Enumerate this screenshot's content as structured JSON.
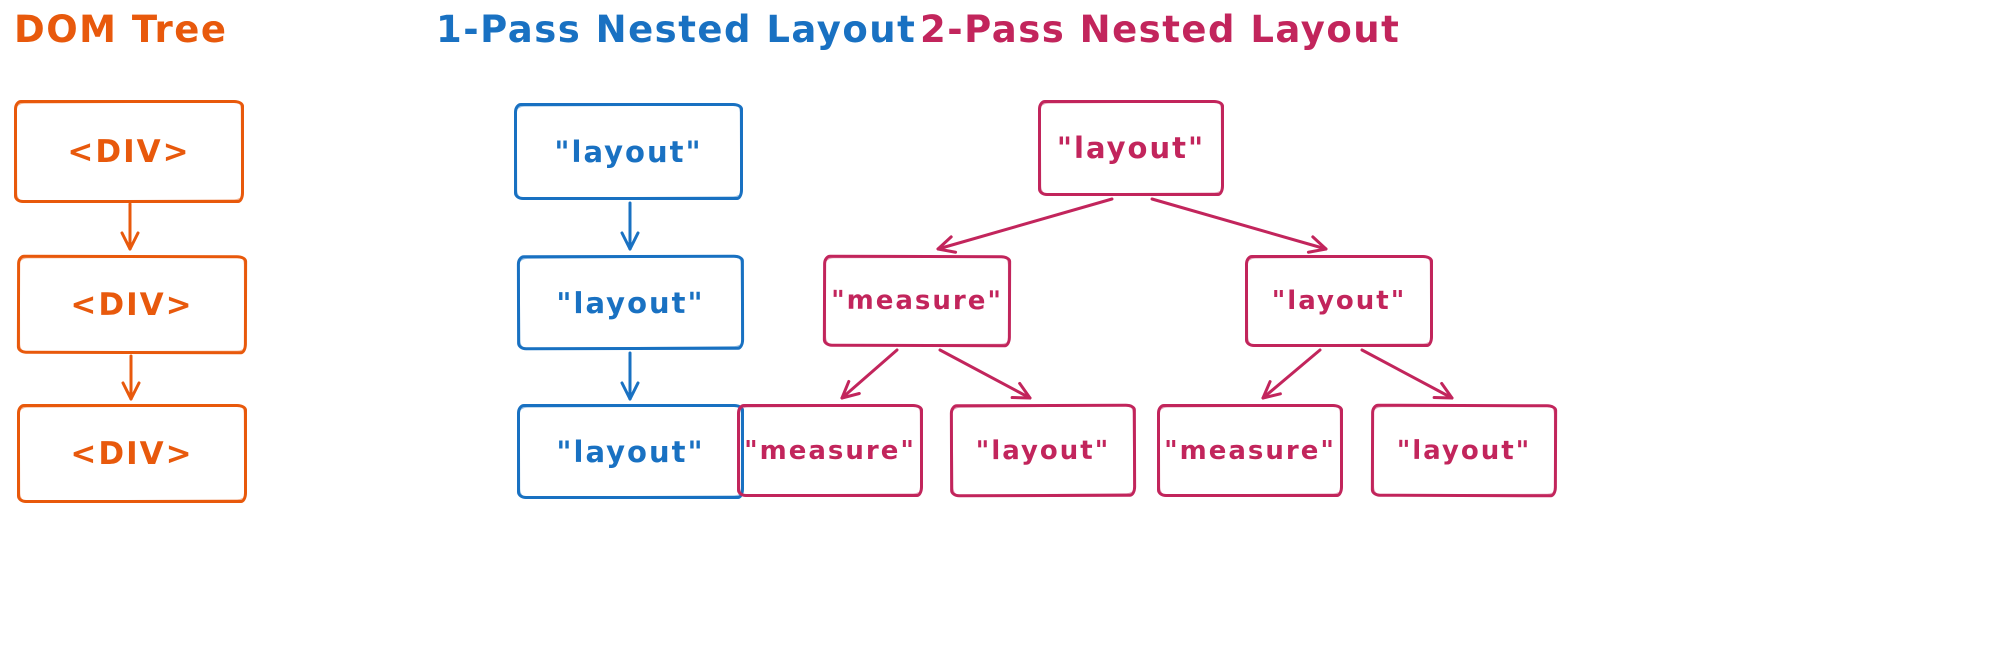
{
  "sections": {
    "dom_tree": {
      "title": "DOM Tree",
      "color": "#e8590c",
      "nodes": [
        "<DIV>",
        "<DIV>",
        "<DIV>"
      ]
    },
    "one_pass": {
      "title": "1-Pass Nested Layout",
      "color": "#1971c2",
      "nodes": [
        "\"layout\"",
        "\"layout\"",
        "\"layout\""
      ]
    },
    "two_pass": {
      "title": "2-Pass Nested Layout",
      "color": "#c2255c",
      "root": "\"layout\"",
      "children": [
        "\"measure\"",
        "\"layout\""
      ],
      "grandchildren": [
        "\"measure\"",
        "\"layout\"",
        "\"measure\"",
        "\"layout\""
      ]
    }
  }
}
